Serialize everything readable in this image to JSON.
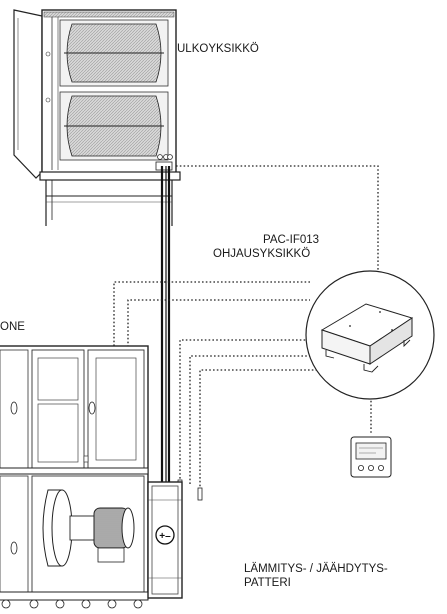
{
  "labels": {
    "outdoor_unit": "ULKOYKSIKKÖ",
    "controller_model": "PAC-IF013",
    "controller_name": "OHJAUSYKSIKKÖ",
    "air_handling_unit": "ONE",
    "coil_line1": "LÄMMITYS- / JÄÄHDYTYS-",
    "coil_line2": "PATTERI"
  },
  "icons": {
    "coil_symbol": "+–"
  }
}
